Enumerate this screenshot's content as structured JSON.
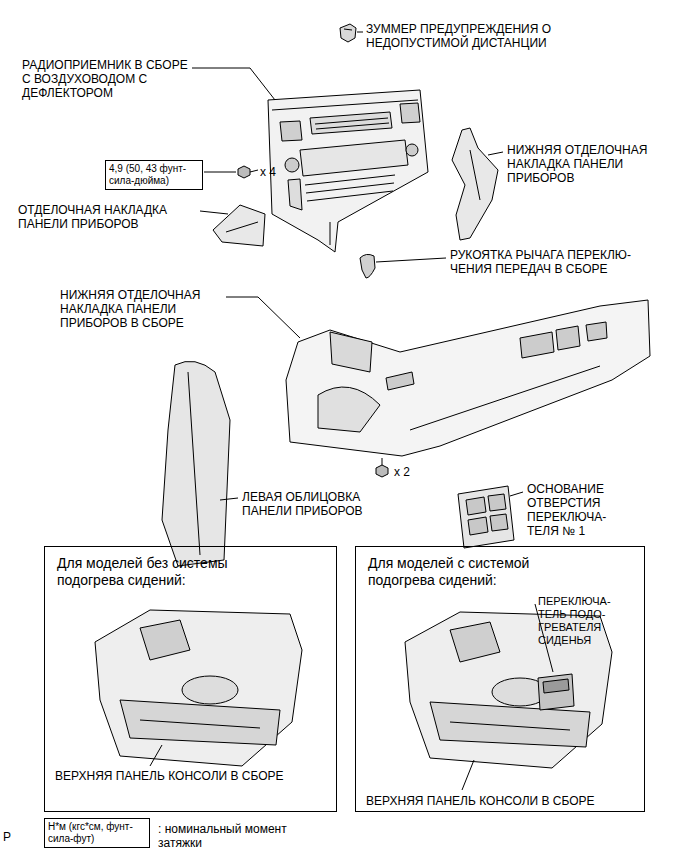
{
  "diagram": {
    "nodes": [
      {
        "text": [
          "4,9 (50, 43 фунт- сила-дюйма)"
        ]
      },
      {
        "text": [
          "Для моделей без системы подогрева сидений:",
          "ВЕРХНЯЯ ПАНЕЛЬ КОНСОЛИ В СБОРЕ"
        ]
      },
      {
        "text": [
          "Для моделей с системой подогрева сидений:",
          "ПЕРЕКЛЮЧА- ТЕЛЬ ПОДО- ГРЕВАТЕЛЯ СИДЕНЬЯ",
          "ВЕРХНЯЯ ПАНЕЛЬ КОНСОЛИ В СБОРЕ"
        ]
      },
      {
        "text": [
          "Н*м (кгс*см, фунт- сила-фут)"
        ]
      }
    ],
    "labels": [
      "ЗУММЕР ПРЕДУПРЕЖДЕНИЯ О НЕДОПУСТИМОЙ ДИСТАНЦИИ",
      "РАДИОПРИЕМНИК В СБОРЕ С ВОЗДУХОВОДОМ С ДЕФЛЕКТОРОМ",
      "x 4",
      "НИЖНЯЯ ОТДЕЛОЧНАЯ НАКЛАДКА ПАНЕЛИ ПРИБОРОВ",
      "ОТДЕЛОЧНАЯ НАКЛАДКА ПАНЕЛИ ПРИБОРОВ",
      "РУКОЯТКА РЫЧАГА ПЕРЕКЛЮ- ЧЕНИЯ ПЕРЕДАЧ В СБОРЕ",
      "НИЖНЯЯ ОТДЕЛОЧНАЯ НАКЛАДКА ПАНЕЛИ ПРИБОРОВ В СБОРЕ",
      "x 2",
      "ЛЕВАЯ ОБЛИЦОВКА ПАНЕЛИ ПРИБОРОВ",
      "ОСНОВАНИЕ ОТВЕРСТИЯ ПЕРЕКЛЮЧА- ТЕЛЯ № 1",
      ": номинальный момент затяжки",
      "P"
    ]
  }
}
